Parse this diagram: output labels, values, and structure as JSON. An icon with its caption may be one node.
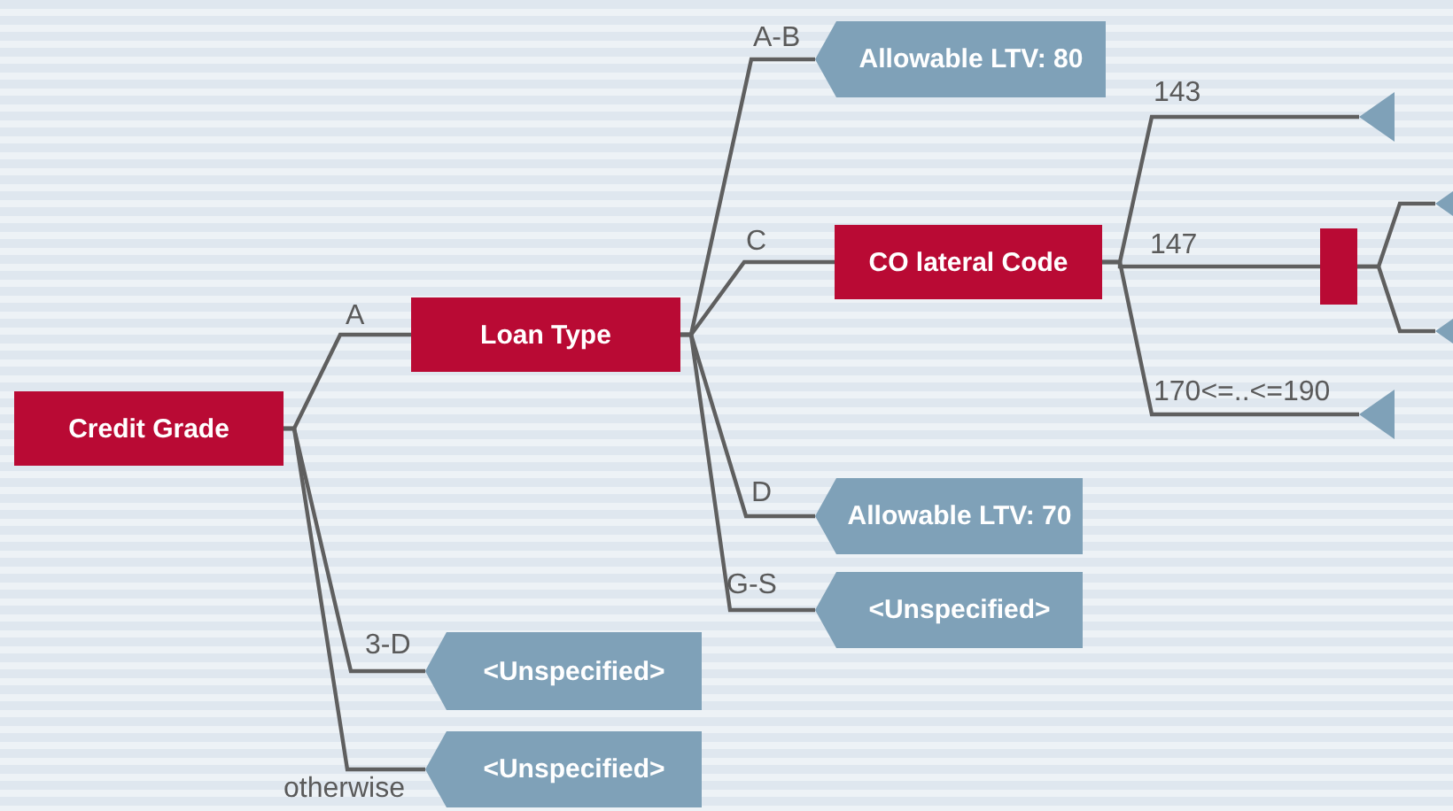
{
  "diagram": {
    "nodes": [
      {
        "text": [
          "Credit Grade"
        ]
      },
      {
        "text": [
          "Loan Type"
        ]
      },
      {
        "text": [
          "Allowable LTV: 80"
        ]
      },
      {
        "text": [
          "CO lateral Code"
        ]
      },
      {
        "text": [],
        "shape": "triangle"
      },
      {
        "text": [],
        "shape": "bar"
      },
      {
        "text": [],
        "shape": "triangle"
      },
      {
        "text": [],
        "shape": "triangle"
      },
      {
        "text": [],
        "shape": "triangle"
      },
      {
        "text": [
          "Allowable LTV: 70"
        ]
      },
      {
        "text": [
          "<Unspecified>"
        ]
      },
      {
        "text": [
          "<Unspecified>"
        ]
      },
      {
        "text": [
          "<Unspecified>"
        ]
      }
    ],
    "edges": [
      {
        "from": 0,
        "to": 1,
        "arrow": "none",
        "label": "A"
      },
      {
        "from": 1,
        "to": 2,
        "arrow": "none",
        "label": "A-B"
      },
      {
        "from": 1,
        "to": 3,
        "arrow": "none",
        "label": "C"
      },
      {
        "from": 3,
        "to": 4,
        "arrow": "none",
        "label": "143"
      },
      {
        "from": 3,
        "to": 5,
        "arrow": "none",
        "label": "147"
      },
      {
        "from": 5,
        "to": 6,
        "arrow": "none"
      },
      {
        "from": 5,
        "to": 7,
        "arrow": "none"
      },
      {
        "from": 3,
        "to": 8,
        "arrow": "none",
        "label": "170<=..<=190"
      },
      {
        "from": 1,
        "to": 9,
        "arrow": "none",
        "label": "D"
      },
      {
        "from": 1,
        "to": 10,
        "arrow": "none",
        "label": "G-S"
      },
      {
        "from": 0,
        "to": 11,
        "arrow": "none",
        "label": "3-D"
      },
      {
        "from": 0,
        "to": 12,
        "arrow": "none",
        "label": "otherwise"
      }
    ]
  }
}
